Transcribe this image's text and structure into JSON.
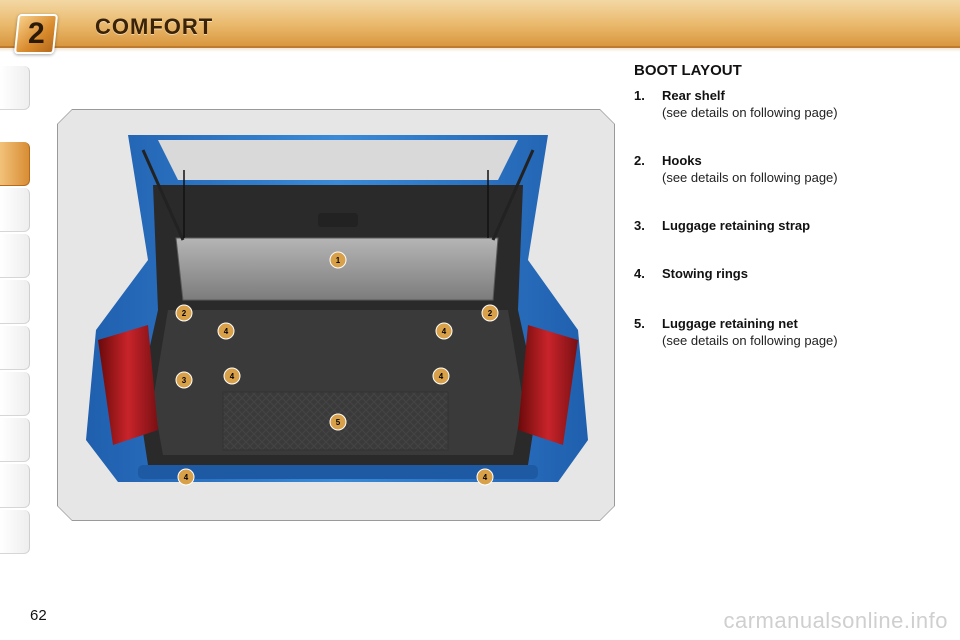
{
  "header": {
    "chapter_number": "2",
    "title": "COMFORT"
  },
  "section": {
    "title": "BOOT LAYOUT"
  },
  "items": [
    {
      "number": "1.",
      "title": "Rear shelf",
      "detail": "(see details on following page)"
    },
    {
      "number": "2.",
      "title": "Hooks",
      "detail": "(see details on following page)"
    },
    {
      "number": "3.",
      "title": "Luggage retaining strap",
      "detail": ""
    },
    {
      "number": "4.",
      "title": "Stowing rings",
      "detail": ""
    },
    {
      "number": "5.",
      "title": "Luggage retaining net",
      "detail": "(see details on following page)"
    }
  ],
  "illustration": {
    "callouts": [
      "1",
      "2",
      "2",
      "3",
      "4",
      "4",
      "4",
      "4",
      "4",
      "4",
      "5"
    ]
  },
  "footer": {
    "page_number": "62",
    "watermark": "carmanualsonline.info"
  },
  "colors": {
    "accent": "#d98a2c",
    "car_body": "#2f78c8",
    "callout": "#d9a04a"
  }
}
